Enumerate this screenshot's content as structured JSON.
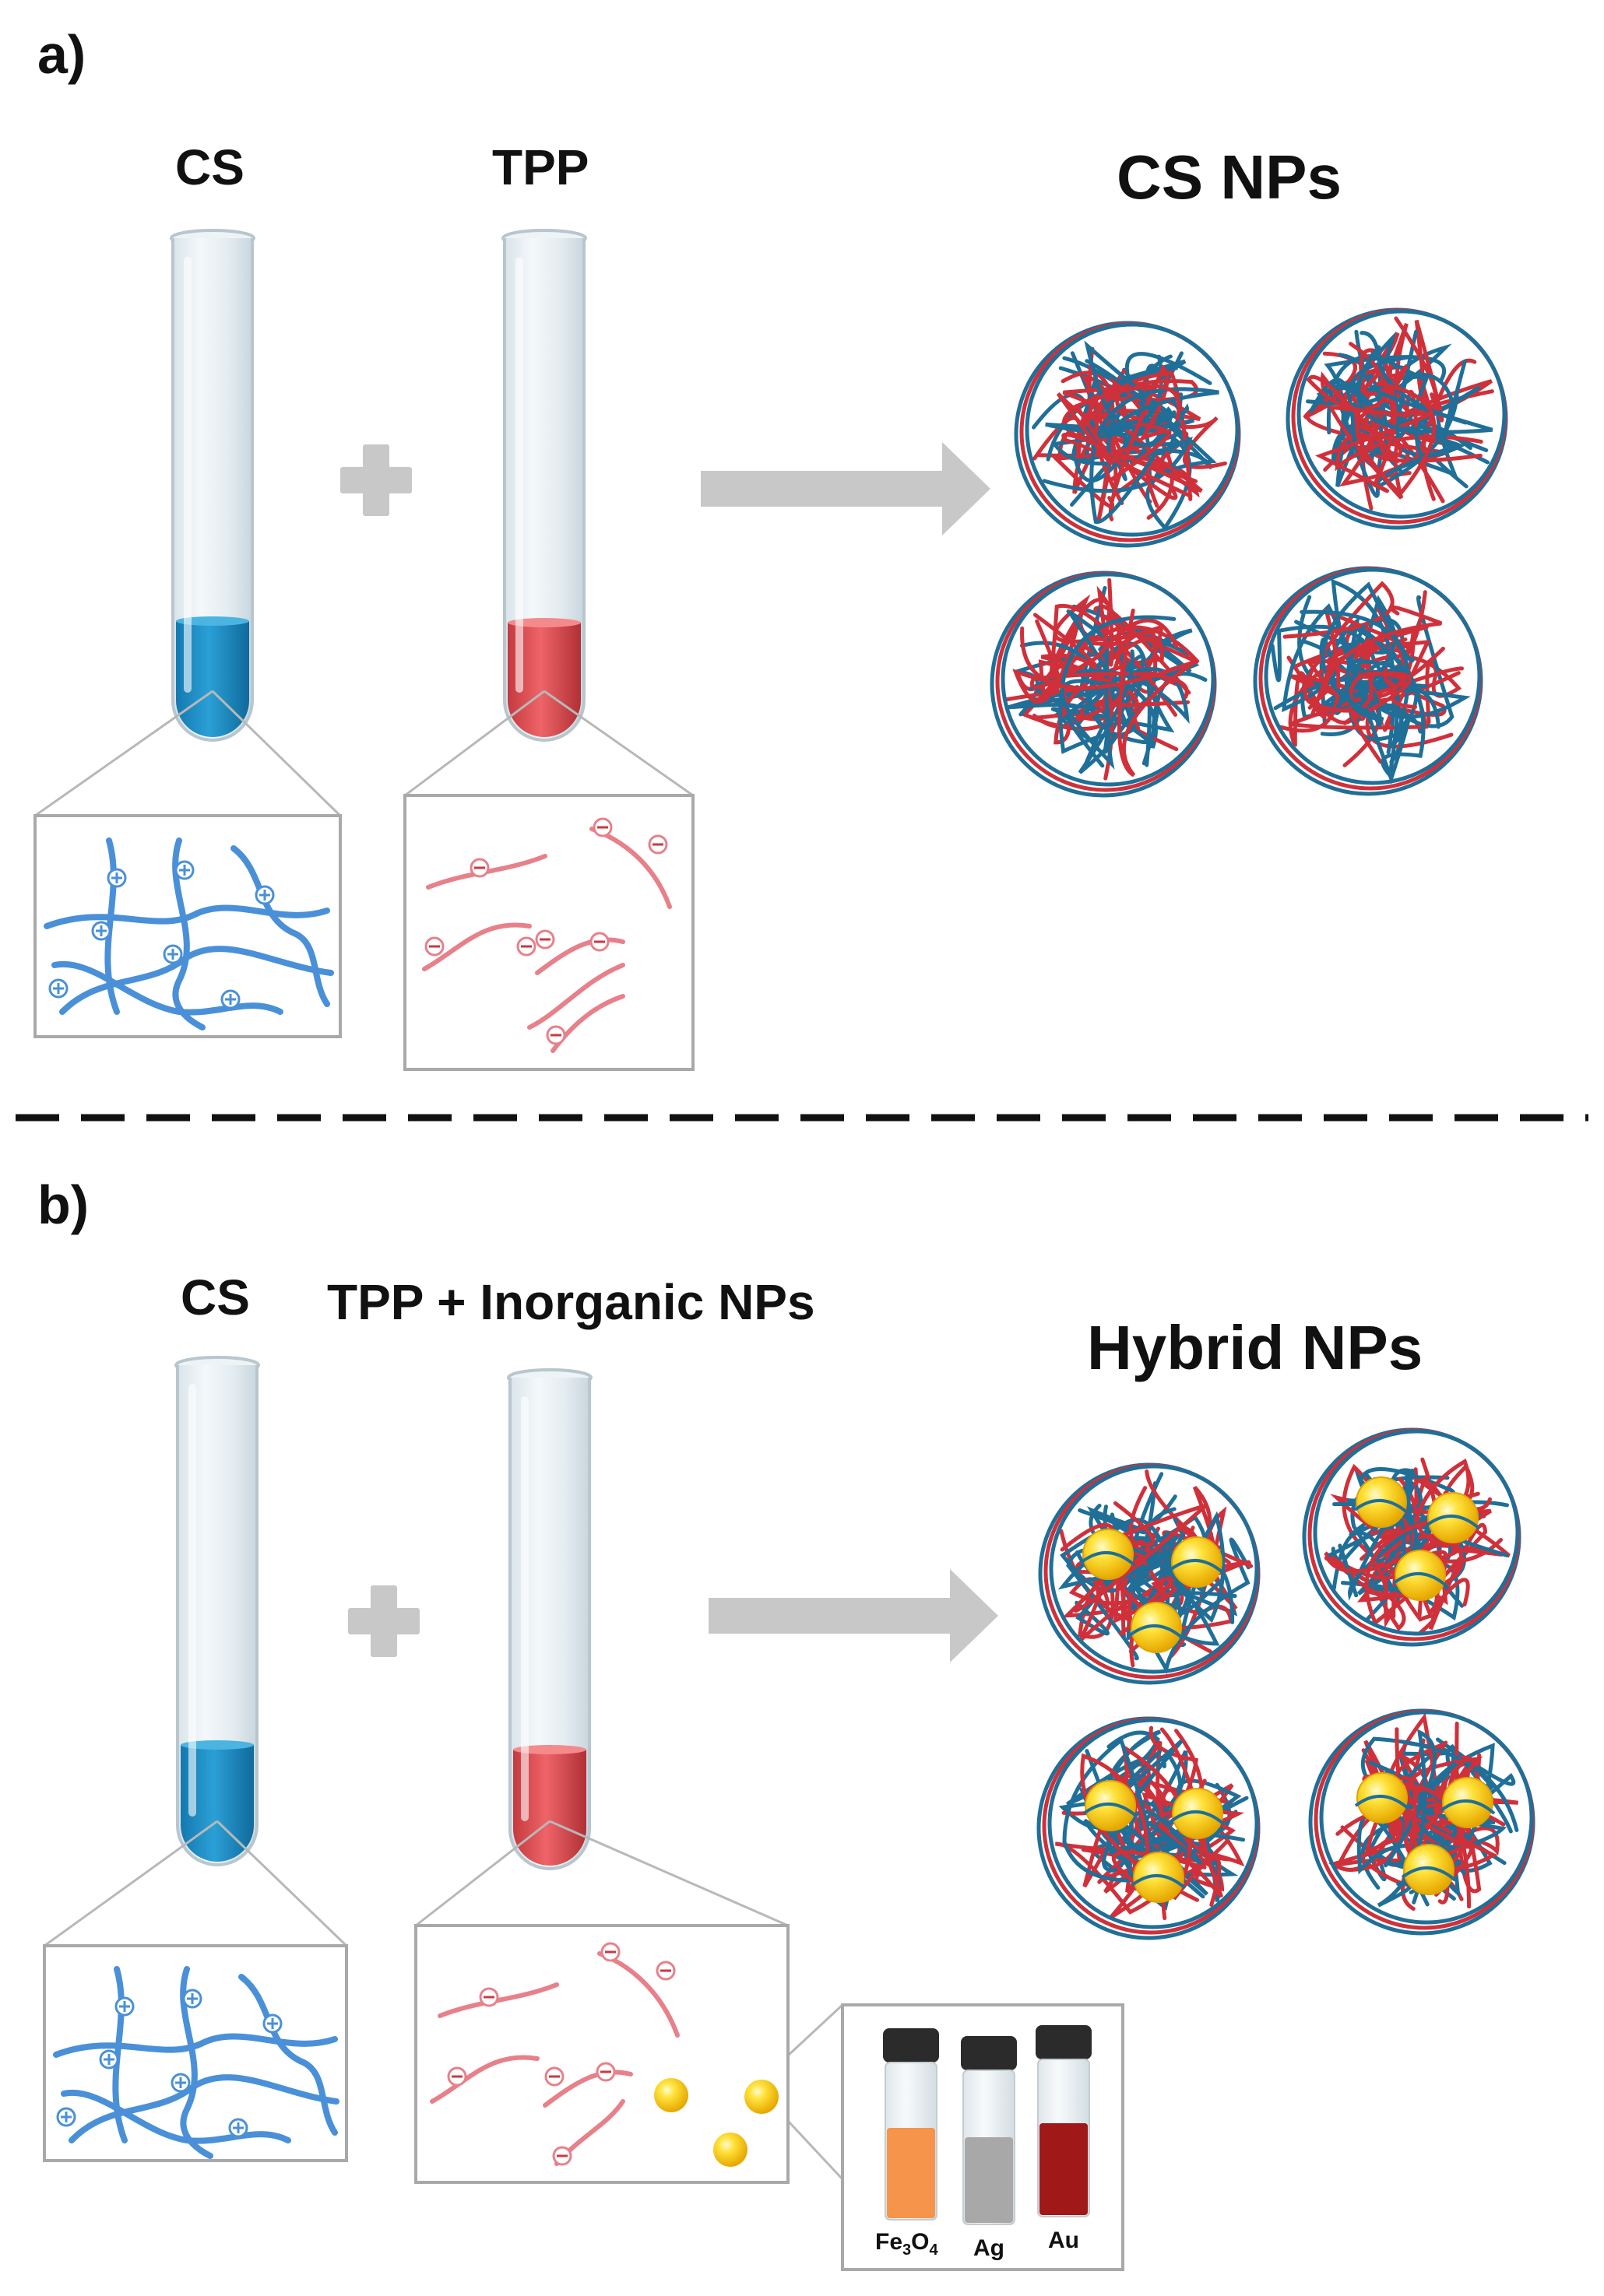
{
  "panel_a": {
    "label": "a)",
    "reagent_1": "CS",
    "reagent_2": "TPP",
    "product": "CS NPs"
  },
  "panel_b": {
    "label": "b)",
    "reagent_1": "CS",
    "reagent_2": "TPP + Inorganic NPs",
    "product": "Hybrid NPs"
  },
  "vials": {
    "v1": {
      "main": "Fe",
      "sub1": "3",
      "mid": "O",
      "sub2": "4"
    },
    "v2": "Ag",
    "v3": "Au"
  },
  "colors": {
    "cs_solution": "#1c8cc4",
    "tpp_solution": "#d9484c",
    "cs_strand": "#4a90d9",
    "tpp_strand": "#e8808a",
    "nanoparticle_gold": "#f5c400",
    "arrow_gray": "#c8c8c8",
    "fe3o4": "#f5944a",
    "ag": "#a8a8a8",
    "au": "#a01818"
  }
}
